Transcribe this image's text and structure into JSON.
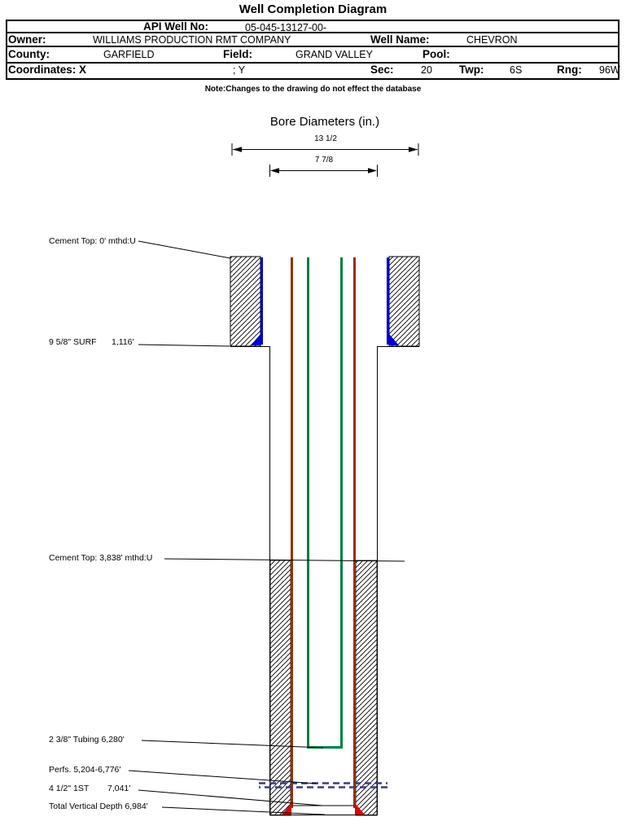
{
  "title": "Well Completion Diagram",
  "header": {
    "api_label": "API Well No:",
    "api_value": "05-045-13127-00-",
    "owner_label": "Owner:",
    "owner_value": "WILLIAMS PRODUCTION RMT COMPANY",
    "well_name_label": "Well Name:",
    "well_name_value": "CHEVRON",
    "county_label": "County:",
    "county_value": "GARFIELD",
    "field_label": "Field:",
    "field_value": "GRAND VALLEY",
    "pool_label": "Pool:",
    "coordinates_label": "Coordinates: X",
    "coordinates_y_label": "; Y",
    "sec_label": "Sec:",
    "sec_value": "20",
    "twp_label": "Twp:",
    "twp_value": "6S",
    "rng_label": "Rng:",
    "rng_value": "96W",
    "note": "Note:Changes to the drawing do not effect the database"
  },
  "bore_diameters": {
    "heading": "Bore Diameters (in.)",
    "outer": "13 1/2",
    "inner": "7 7/8"
  },
  "annotations": {
    "cement_top_surface": "Cement Top: 0' mthd:U",
    "surface_casing": "9 5/8\" SURF",
    "surface_casing_depth": "1,116'",
    "cement_top_production": "Cement Top: 3,838' mthd:U",
    "tubing": "2 3/8\" Tubing 6,280'",
    "perfs": "Perfs. 5,204-6,776'",
    "production_casing": "4 1/2\" 1ST",
    "production_casing_depth": "7,041'",
    "total_vertical_depth": "Total Vertical Depth 6,984'"
  },
  "colors": {
    "surface_cement": "#0000cc",
    "tubing": "#008045",
    "production_casing": "#983000",
    "perforations": "#3a3a8c",
    "casing_shoe": "#e00000"
  }
}
